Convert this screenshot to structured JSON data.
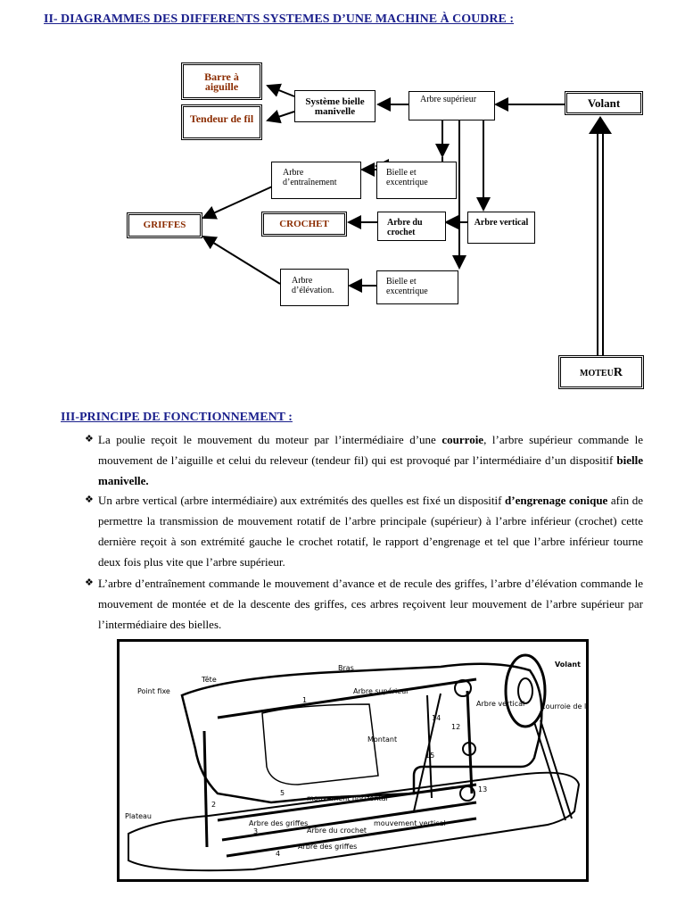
{
  "heading_diagrams": "II- DIAGRAMMES DES DIFFERENTS SYSTEMES D’UNE MACHINE À COUDRE :",
  "diagram": {
    "barre_aiguille": "Barre à aiguille",
    "tendeur_fil": "Tendeur de fil",
    "systeme_bielle": "Système bielle manivelle",
    "arbre_superieur": "Arbre supérieur",
    "volant": "Volant",
    "arbre_entrainement": "Arbre d’entraînement",
    "bielle_excentrique_1": "Bielle et excentrique",
    "griffes": "GRIFFES",
    "crochet": "CROCHET",
    "arbre_crochet": "Arbre du crochet",
    "arbre_vertical": "Arbre vertical",
    "arbre_elevation": "Arbre d’élévation.",
    "bielle_excentrique_2": "Bielle et excentrique",
    "moteur_main": "MOTEU",
    "moteur_last": "R"
  },
  "heading_principe": "III-PRINCIPE DE FONCTIONNEMENT :",
  "paragraphs": {
    "p1_a": "La poulie reçoit le mouvement du moteur par l’intermédiaire d’une ",
    "p1_b": "courroie",
    "p1_c": ", l’arbre supérieur commande le mouvement de l’aiguille et celui du releveur (tendeur fil) qui est provoqué par l’intermédiaire d’un dispositif ",
    "p1_d": "bielle manivelle.",
    "p2_a": "Un arbre vertical (arbre intermédiaire) aux extrémités des quelles est fixé un dispositif ",
    "p2_b": "d’engrenage conique",
    "p2_c": " afin de permettre la transmission de mouvement rotatif de l’arbre principale (supérieur) à l’arbre inférieur (crochet) cette dernière reçoit à son extrémité gauche le crochet rotatif, le rapport d’engrenage et tel que l’arbre inférieur tourne deux fois plus vite que l’arbre supérieur.",
    "p3": "L’arbre d’entraînement commande le mouvement d’avance et de recule des griffes, l’arbre d’élévation commande le mouvement de montée et de la descente des griffes, ces arbres reçoivent leur mouvement de l’arbre supérieur par l’intermédiaire des bielles."
  },
  "illustration_labels": {
    "tete": "Tête",
    "bras": "Bras",
    "volant": "Volant",
    "point_fixe": "Point fixe",
    "arbre_superieur": "Arbre supérieur",
    "arbre_vertical": "Arbre vertical",
    "courroie": "Courroie de l’embrayage",
    "montant": "Montant",
    "plateau": "Plateau",
    "mouvement_horizontal": "mouvement horizontal",
    "arbre_griffes_1": "Arbre des griffes",
    "arbre_crochet": "Arbre du crochet",
    "mouvement_vertical": "mouvement vertical",
    "arbre_griffes_2": "Arbre des griffes",
    "n1": "1",
    "n2": "2",
    "n3": "3",
    "n4": "4",
    "n5": "5",
    "n12": "12",
    "n13": "13",
    "n14": "14",
    "n15": "15"
  }
}
